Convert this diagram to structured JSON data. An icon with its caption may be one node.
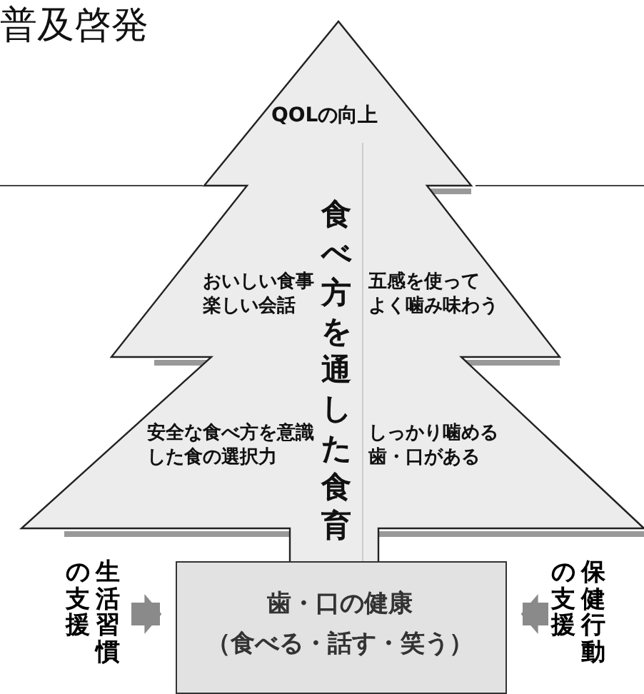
{
  "diagram": {
    "title": "普及啓発",
    "nodes": [
      {
        "text": [
          "QOLの向上",
          "食べ方を通した食育",
          "おいしい食事楽しい会話",
          "五感を使ってよく噛み味わう",
          "安全な食べ方を意識した食の選択力",
          "しっかり噛める歯・口がある"
        ]
      },
      {
        "text": [
          "歯・口の健康",
          "（食べる・話す・笑う）"
        ]
      },
      {
        "text": [
          "生活習慣の支援"
        ]
      },
      {
        "text": [
          "保健行動の支援"
        ]
      }
    ],
    "edges": [
      {
        "from": 2,
        "to": 1,
        "arrow": "to"
      },
      {
        "from": 3,
        "to": 1,
        "arrow": "to"
      }
    ]
  }
}
